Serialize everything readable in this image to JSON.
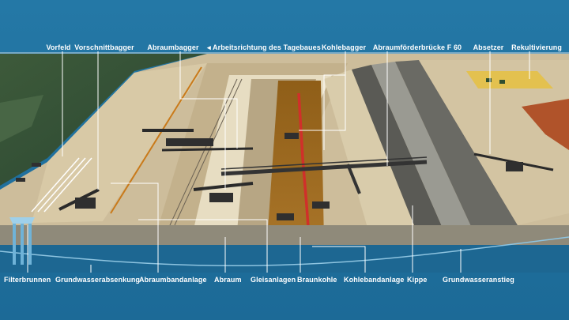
{
  "top_labels": {
    "vorfeld": "Vorfeld",
    "vorschnittbagger": "Vorschnittbagger",
    "abraumbagger": "Abraumbagger",
    "arbeitsrichtung": "◂ Arbeitsrichtung des Tagebaues",
    "kohlebagger": "Kohlebagger",
    "abraumfoerderbruecke": "Abraumförderbrücke F 60",
    "absetzer": "Absetzer",
    "rekultivierung": "Rekultivierung"
  },
  "bottom_labels": {
    "filterbrunnen": "Filterbrunnen",
    "grundwasserabsenkung": "Grundwasserabsenkung",
    "abraumbandanlage": "Abraumbandanlage",
    "abraum": "Abraum",
    "gleisanlagen": "Gleisanlagen",
    "braunkohle": "Braunkohle",
    "kohlebandanlage": "Kohlebandanlage",
    "kippe": "Kippe",
    "grundwasseranstieg": "Grundwasseranstieg"
  },
  "colors": {
    "background": "#1f6e9a",
    "ground": "#cdbd9b",
    "coal": "#9a6a1f",
    "spoil_dark": "#4a4a45",
    "coal_belt": "#d0302a",
    "water_line": "#8ec4e0",
    "recultivation": "#e0c050"
  }
}
